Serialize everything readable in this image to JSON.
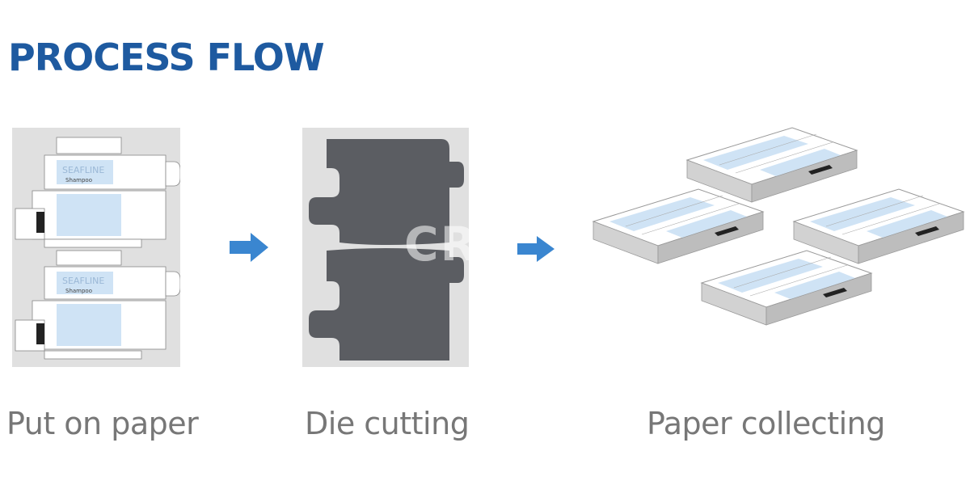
{
  "title": "PROCESS FLOW",
  "steps": [
    {
      "label": "Put on paper"
    },
    {
      "label": "Die cutting"
    },
    {
      "label": "Paper collecting"
    }
  ],
  "sheet_text": {
    "brand": "SEAFLINE",
    "product": "Shampoo"
  },
  "watermark": "CRAFA",
  "colors": {
    "title": "#1e5aa0",
    "arrow": "#3a86d0",
    "caption": "#777777",
    "panel_bg": "#e0e0e0",
    "die_shape": "#5b5d62",
    "print_blue": "#cfe3f5"
  },
  "icons": [
    "arrow-right-icon",
    "arrow-right-icon"
  ]
}
